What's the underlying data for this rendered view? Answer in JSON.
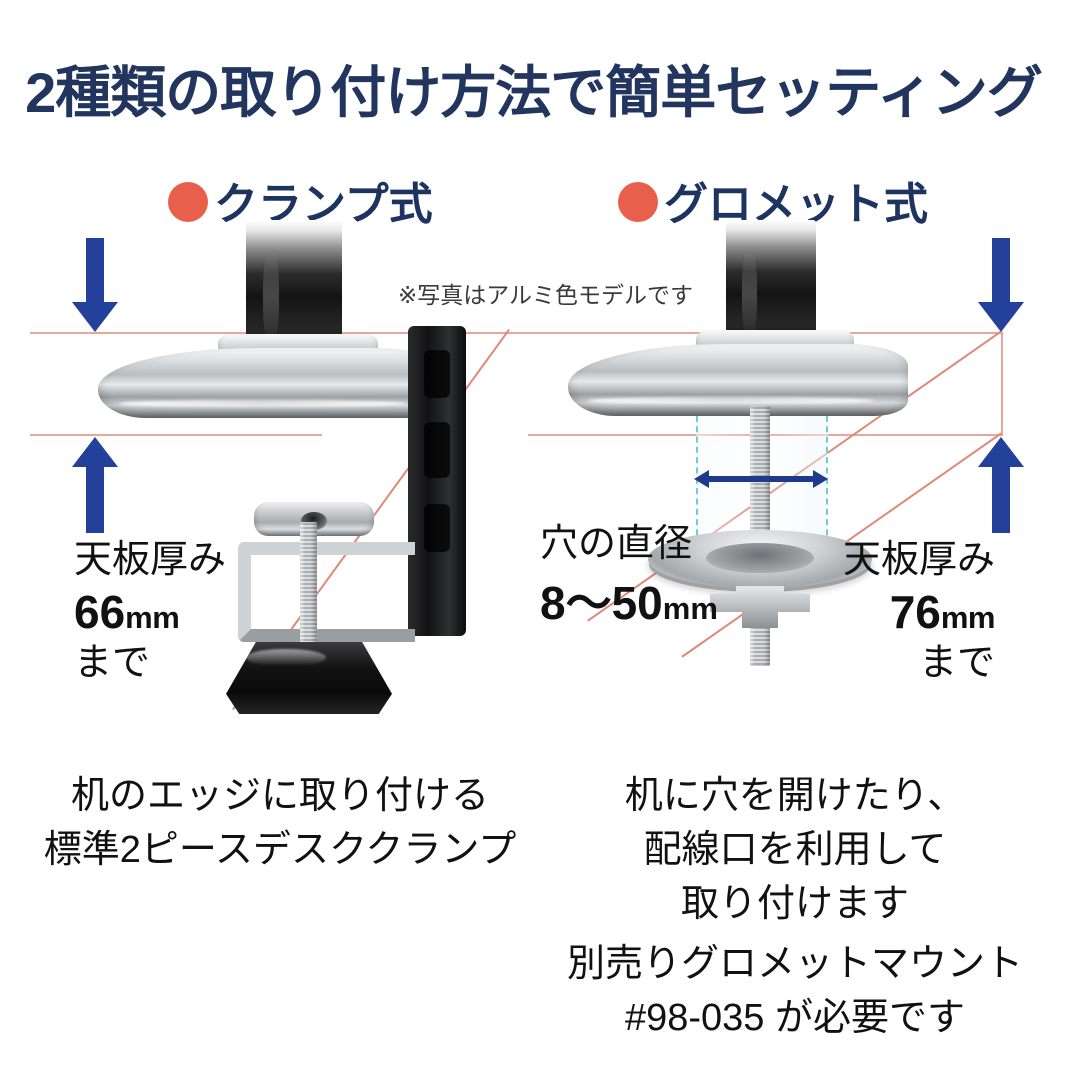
{
  "page": {
    "title": "2種類の取り付け方法で簡単セッティング",
    "photo_note": "※写真はアルミ色モデルです",
    "background_color": "#ffffff",
    "title_color": "#22355f",
    "bullet_color": "#e8604c",
    "arrow_color": "#23409a",
    "guide_color": "#e6a79c",
    "hole_dash_color": "#6fcbd4"
  },
  "sections": [
    {
      "id": "clamp",
      "heading": "クランプ式",
      "bullet_icon": "filled-circle-bullet",
      "thickness": {
        "label": "天板厚み",
        "value": "66",
        "unit": "mm",
        "tail": "まで"
      },
      "description": [
        "机のエッジに取り付ける",
        "標準2ピースデスククランプ"
      ],
      "arrows": [
        {
          "direction": "down",
          "name": "desk-top-arrow"
        },
        {
          "direction": "up",
          "name": "desk-bottom-arrow"
        }
      ]
    },
    {
      "id": "grommet",
      "heading": "グロメット式",
      "bullet_icon": "filled-circle-bullet",
      "thickness": {
        "label": "天板厚み",
        "value": "76",
        "unit": "mm",
        "tail": "まで"
      },
      "hole": {
        "label": "穴の直径",
        "value": "8〜50",
        "unit": "mm"
      },
      "description": [
        "机に穴を開けたり、",
        "配線口を利用して",
        "取り付けます"
      ],
      "note": [
        "別売りグロメットマウント",
        "#98-035 が必要です"
      ],
      "arrows": [
        {
          "direction": "down",
          "name": "desk-top-arrow"
        },
        {
          "direction": "up",
          "name": "desk-bottom-arrow"
        }
      ]
    }
  ]
}
